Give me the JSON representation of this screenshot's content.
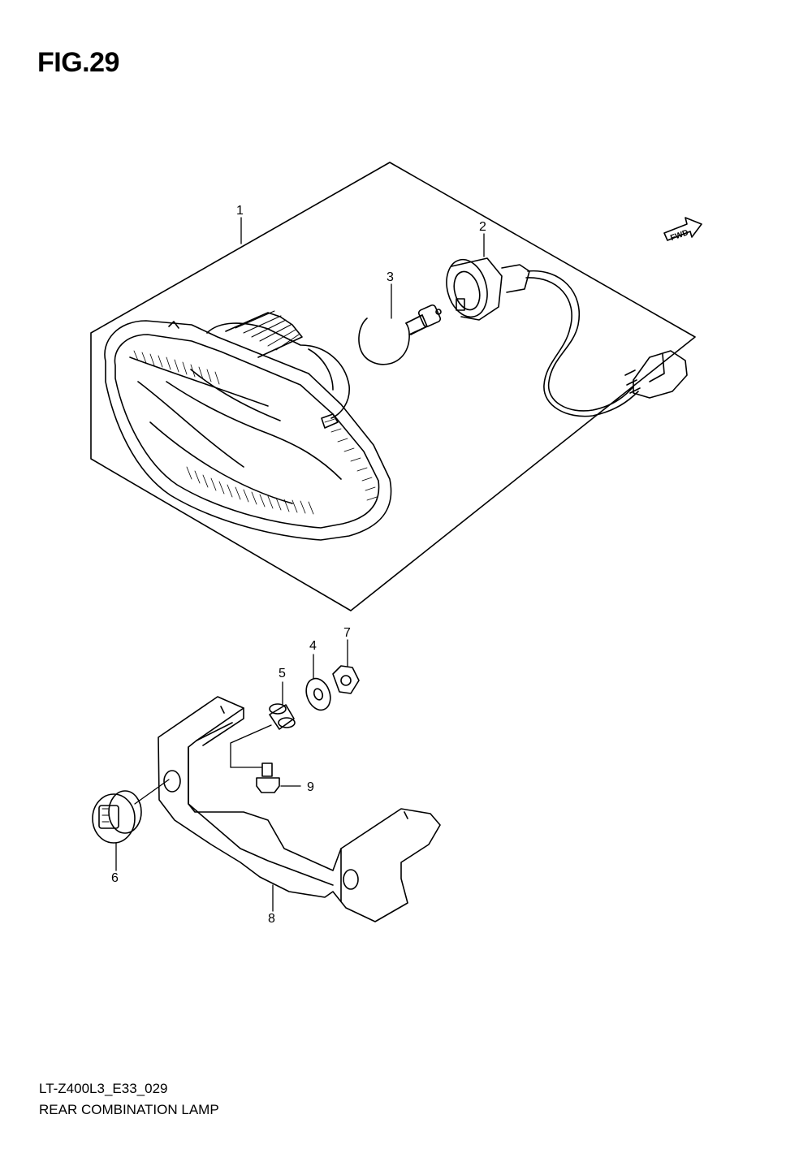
{
  "figure": {
    "title": "FIG.29",
    "model_code": "LT-Z400L3_E33_029",
    "section_name": "REAR COMBINATION LAMP"
  },
  "fwd_badge": "FWD",
  "callouts": [
    "1",
    "2",
    "3",
    "4",
    "5",
    "6",
    "7",
    "8",
    "9"
  ],
  "colors": {
    "ink": "#000000",
    "paper": "#ffffff"
  }
}
